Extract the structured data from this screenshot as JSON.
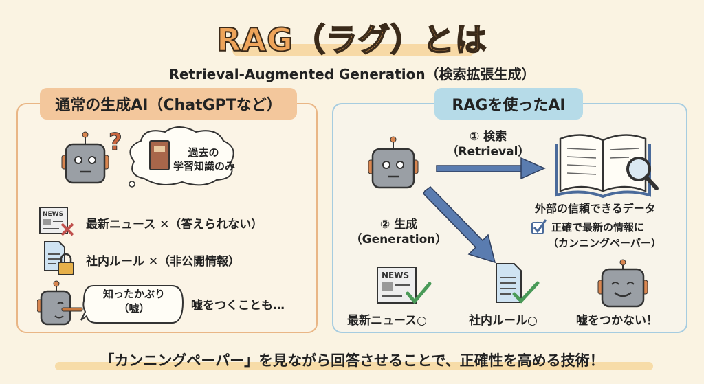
{
  "title": "RAG（ラグ）とは",
  "subtitle": "Retrieval-Augmented Generation（検索拡張生成）",
  "left": {
    "header": "通常の生成AI（ChatGPTなど）",
    "cloud_line1": "過去の",
    "cloud_line2": "学習知識のみ",
    "news_badge": "NEWS",
    "row1": "最新ニュース ✕（答えられない）",
    "row2": "社内ルール ✕（非公開情報）",
    "bubble_line1": "知ったかぶり",
    "bubble_line2": "（嘘）",
    "row3": "嘘をつくことも…"
  },
  "right": {
    "header": "RAGを使ったAI",
    "step1_line1": "① 検索",
    "step1_line2": "（Retrieval）",
    "step2_line1": "② 生成",
    "step2_line2": "（Generation）",
    "source_label": "外部の信頼できるデータ",
    "check_label": "正確で最新の情報に",
    "check_sub": "（カンニングペーパー）",
    "news_badge": "NEWS",
    "result1": "最新ニュース○",
    "result2": "社内ルール○",
    "result3": "嘘をつかない！"
  },
  "footer": "「カンニングペーパー」を見ながら回答させることで、正確性を高める技術！",
  "colors": {
    "orange": "#eea45a",
    "blue_arrow": "#5a7cb0",
    "check": "#4a9a58",
    "cross": "#c0504d"
  }
}
